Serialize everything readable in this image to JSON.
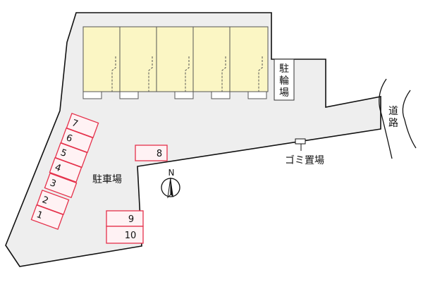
{
  "labels": {
    "bicycle_parking": [
      "駐",
      "輪",
      "場"
    ],
    "car_parking": "駐車場",
    "road": [
      "道",
      "路"
    ],
    "garbage": "ゴミ置場",
    "north": "N"
  },
  "parking_spaces": [
    "1",
    "2",
    "3",
    "4",
    "5",
    "6",
    "7",
    "8",
    "9",
    "10"
  ],
  "colors": {
    "site_fill": "#eeeeee",
    "building_fill": "#fbf6c4",
    "parking_stroke": "#e5304a",
    "parking_fill": "#fff2f4"
  }
}
